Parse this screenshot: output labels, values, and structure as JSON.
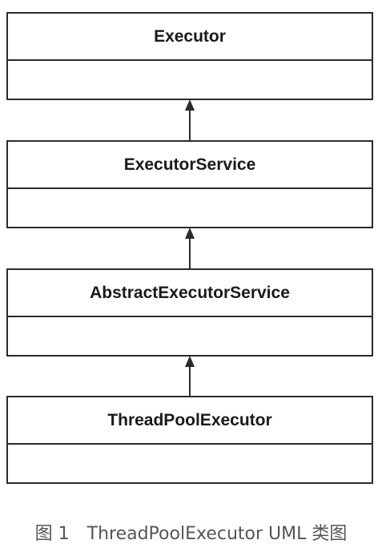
{
  "diagram": {
    "classes": [
      {
        "id": "executor",
        "name": "Executor"
      },
      {
        "id": "executor-service",
        "name": "ExecutorService"
      },
      {
        "id": "abstract-executor-service",
        "name": "AbstractExecutorService"
      },
      {
        "id": "thread-pool-executor",
        "name": "ThreadPoolExecutor"
      }
    ],
    "relations": [
      {
        "from": "executor-service",
        "to": "executor"
      },
      {
        "from": "abstract-executor-service",
        "to": "executor-service"
      },
      {
        "from": "thread-pool-executor",
        "to": "abstract-executor-service"
      }
    ],
    "colors": {
      "line": "#2b2b2b",
      "text": "#1a1a1a",
      "caption": "#555555"
    }
  },
  "caption": "图 1　ThreadPoolExecutor UML 类图"
}
